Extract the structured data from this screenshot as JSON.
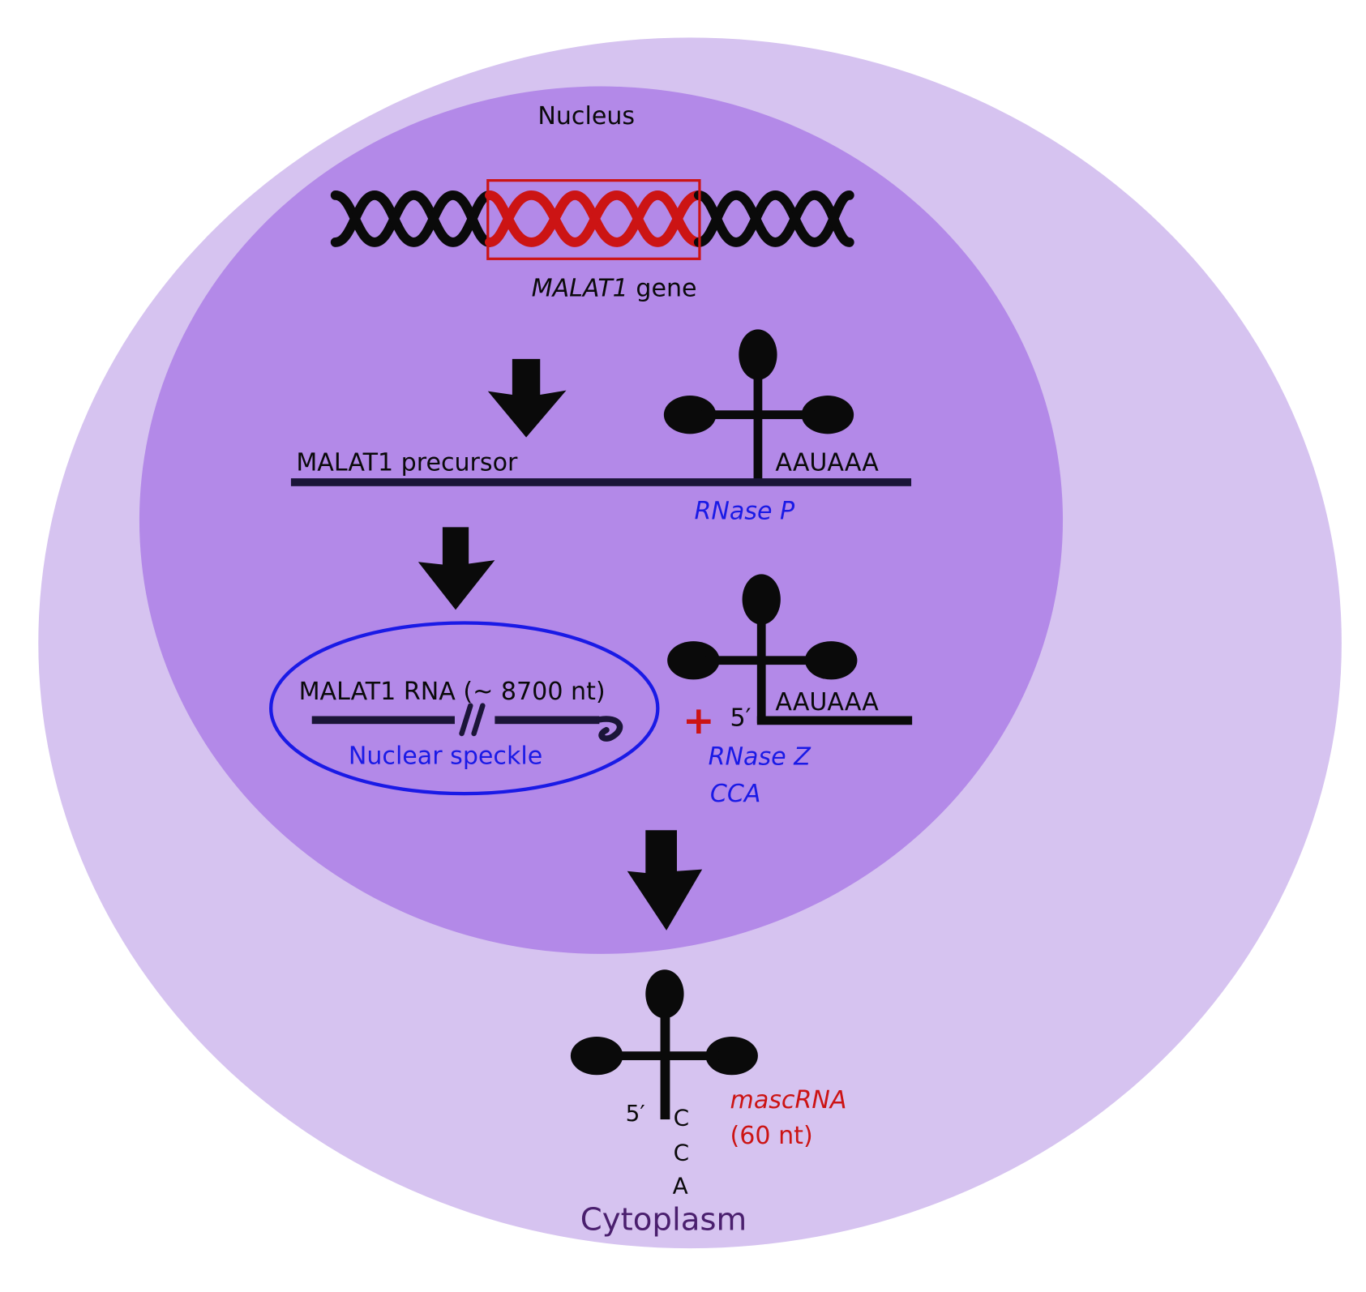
{
  "diagram": {
    "title": "MALAT1 / mascRNA processing",
    "colors": {
      "cytoplasm": "#d6c3f0",
      "nucleus": "#b389e8",
      "gene_highlight": "#cc1414",
      "enzyme_text": "#1a1ae6",
      "product_text": "#cc1414",
      "cytoplasm_text": "#4a1f6e",
      "speckle_outline": "#1a1ae6"
    },
    "labels": {
      "nucleus": "Nucleus",
      "gene_italic": "MALAT1",
      "gene_suffix": " gene",
      "precursor": "MALAT1 precursor",
      "polya_signal_1": "AAUAAA",
      "rnase_p": "RNase P",
      "malat1_rna": "MALAT1 RNA (~ 8700 nt)",
      "nuclear_speckle": "Nuclear speckle",
      "plus_sign": "+",
      "five_prime_1": "5′",
      "polya_signal_2": "AAUAAA",
      "rnase_z": "RNase Z",
      "cca_enzyme": "CCA",
      "five_prime_2": "5′",
      "cca_tail": [
        "C",
        "C",
        "A"
      ],
      "mascrna": "mascRNA",
      "mascrna_length": "(60 nt)",
      "cytoplasm": "Cytoplasm"
    }
  }
}
